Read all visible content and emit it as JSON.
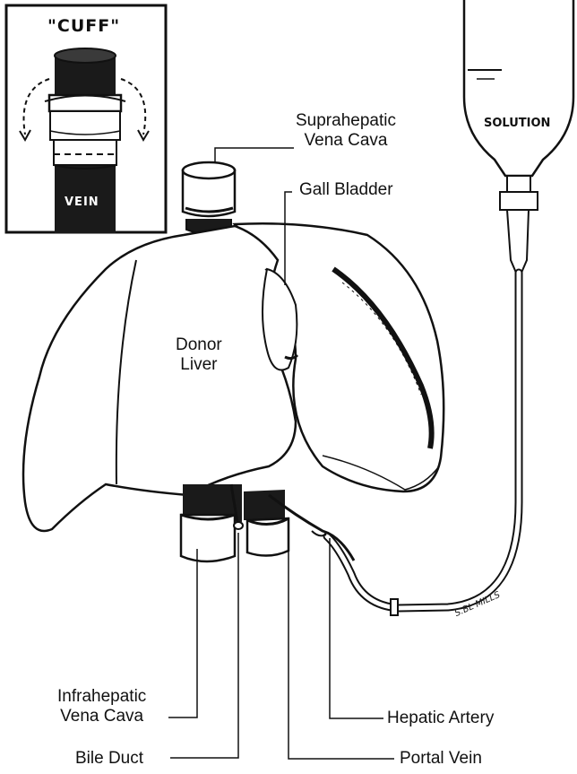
{
  "inset": {
    "title": "\"CUFF\"",
    "vessel_label": "VEIN"
  },
  "container_label": "SOLUTION",
  "labels": {
    "suprahepatic": [
      "Suprahepatic",
      "Vena Cava"
    ],
    "gall_bladder": "Gall Bladder",
    "donor_liver": [
      "Donor",
      "Liver"
    ],
    "infrahepatic": [
      "Infrahepatic",
      "Vena Cava"
    ],
    "hepatic_artery": "Hepatic Artery",
    "bile_duct": "Bile Duct",
    "portal_vein": "Portal Vein"
  },
  "artist_signature": "S.BL MILLS"
}
